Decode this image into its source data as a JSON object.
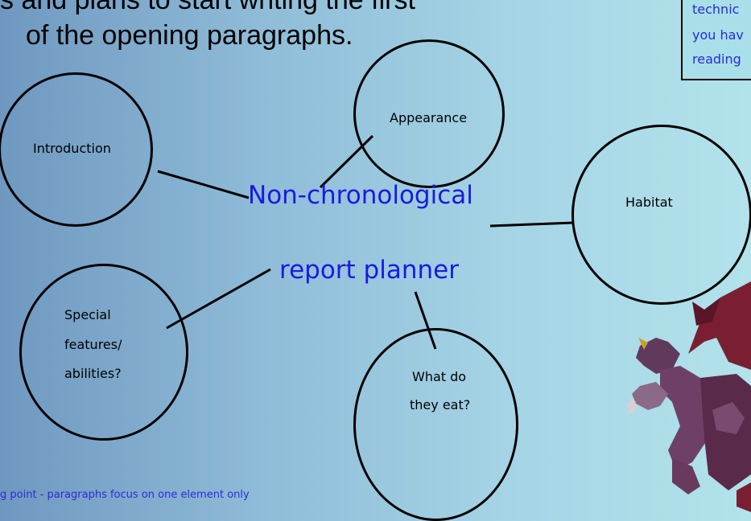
{
  "heading": {
    "line1": "s and plans to start writing the first",
    "line2": "of the opening paragraphs."
  },
  "note_box": {
    "line1": "technic",
    "line2": "you hav",
    "line3": "reading"
  },
  "center_title": {
    "line1": "Non-chronological",
    "line2": "report planner"
  },
  "bubbles": {
    "introduction": "Introduction",
    "appearance": "Appearance",
    "habitat": "Habitat",
    "special_1": "Special",
    "special_2": "features/",
    "special_3": "abilities?",
    "eat_1": "What do",
    "eat_2": "they eat?"
  },
  "footer": "g point - paragraphs focus on one element only",
  "colors": {
    "accent_text": "#1a1ae0",
    "background_left": "#6f98c0",
    "background_right": "#b2e2ea"
  },
  "icons": {
    "dragon": "dragon-illustration"
  }
}
